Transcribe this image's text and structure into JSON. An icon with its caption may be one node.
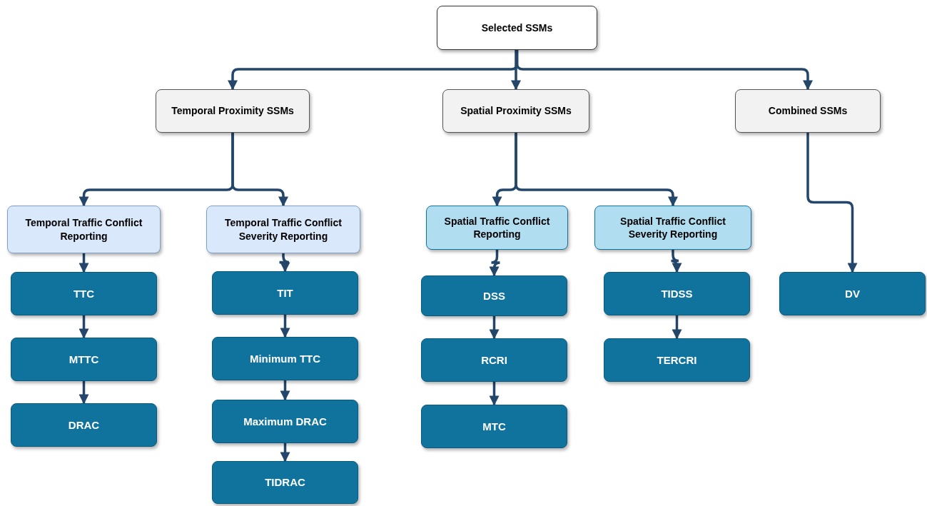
{
  "diagram": {
    "nodes": [
      {
        "text": [
          "Selected SSMs"
        ]
      },
      {
        "text": [
          "Temporal Proximity SSMs"
        ]
      },
      {
        "text": [
          "Spatial Proximity SSMs"
        ]
      },
      {
        "text": [
          "Combined SSMs"
        ]
      },
      {
        "text": [
          "Temporal Traffic Conflict Reporting"
        ]
      },
      {
        "text": [
          "Temporal Traffic Conflict Severity Reporting"
        ]
      },
      {
        "text": [
          "Spatial Traffic Conflict Reporting"
        ]
      },
      {
        "text": [
          "Spatial Traffic Conflict Severity Reporting"
        ]
      },
      {
        "text": [
          "TTC"
        ]
      },
      {
        "text": [
          "MTTC"
        ]
      },
      {
        "text": [
          "DRAC"
        ]
      },
      {
        "text": [
          "TIT"
        ]
      },
      {
        "text": [
          "Minimum TTC"
        ]
      },
      {
        "text": [
          "Maximum DRAC"
        ]
      },
      {
        "text": [
          "TIDRAC"
        ]
      },
      {
        "text": [
          "DSS"
        ]
      },
      {
        "text": [
          "RCRI"
        ]
      },
      {
        "text": [
          "MTC"
        ]
      },
      {
        "text": [
          "TIDSS"
        ]
      },
      {
        "text": [
          "TERCRI"
        ]
      },
      {
        "text": [
          "DV"
        ]
      }
    ],
    "edges": [
      {
        "from": 0,
        "to": 1,
        "arrow": "to"
      },
      {
        "from": 0,
        "to": 2,
        "arrow": "to"
      },
      {
        "from": 0,
        "to": 3,
        "arrow": "to"
      },
      {
        "from": 1,
        "to": 4,
        "arrow": "to"
      },
      {
        "from": 1,
        "to": 5,
        "arrow": "to"
      },
      {
        "from": 2,
        "to": 6,
        "arrow": "to"
      },
      {
        "from": 2,
        "to": 7,
        "arrow": "to"
      },
      {
        "from": 3,
        "to": 20,
        "arrow": "to"
      },
      {
        "from": 4,
        "to": 8,
        "arrow": "to"
      },
      {
        "from": 8,
        "to": 9,
        "arrow": "to"
      },
      {
        "from": 9,
        "to": 10,
        "arrow": "to"
      },
      {
        "from": 5,
        "to": 11,
        "arrow": "to"
      },
      {
        "from": 11,
        "to": 12,
        "arrow": "to"
      },
      {
        "from": 12,
        "to": 13,
        "arrow": "to"
      },
      {
        "from": 13,
        "to": 14,
        "arrow": "to"
      },
      {
        "from": 6,
        "to": 15,
        "arrow": "to"
      },
      {
        "from": 15,
        "to": 16,
        "arrow": "to"
      },
      {
        "from": 16,
        "to": 17,
        "arrow": "to"
      },
      {
        "from": 7,
        "to": 18,
        "arrow": "to"
      },
      {
        "from": 18,
        "to": 19,
        "arrow": "to"
      }
    ]
  }
}
